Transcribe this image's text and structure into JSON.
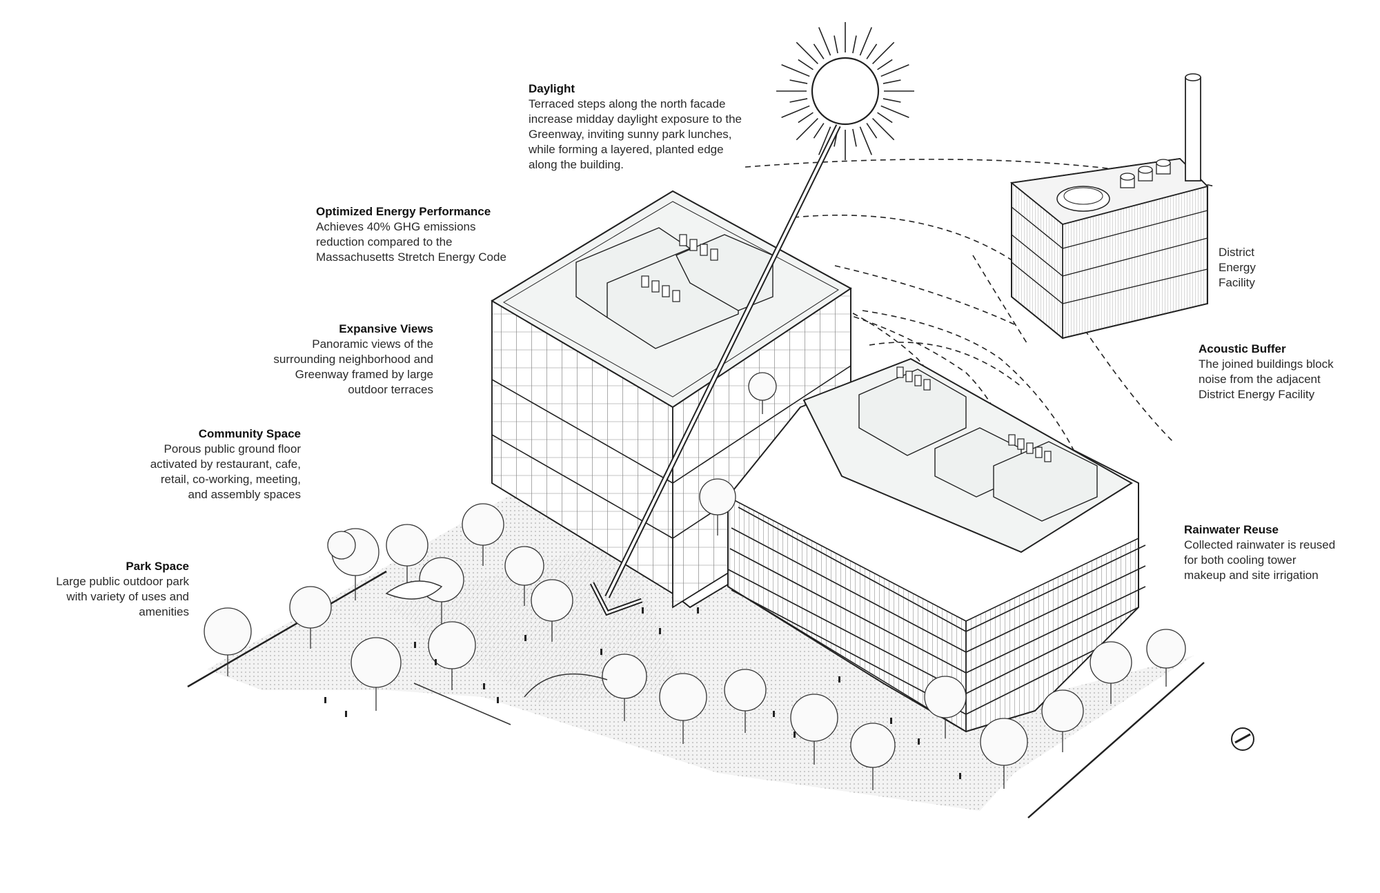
{
  "annotations": {
    "daylight": {
      "title": "Daylight",
      "body": "Terraced steps along the north facade\nincrease midday daylight exposure to the\nGreenway, inviting sunny park lunches,\nwhile forming a layered, planted edge\nalong the building."
    },
    "energy": {
      "title": "Optimized Energy Performance",
      "body": "Achieves 40% GHG emissions\nreduction compared to the\nMassachusetts Stretch Energy Code"
    },
    "views": {
      "title": "Expansive Views",
      "body": "Panoramic views of the\nsurrounding neighborhood and\nGreenway framed by large\noutdoor terraces"
    },
    "community": {
      "title": "Community Space",
      "body": "Porous public ground floor\nactivated by restaurant, cafe,\nretail, co-working, meeting,\nand assembly spaces"
    },
    "park": {
      "title": "Park Space",
      "body": "Large public outdoor park\nwith variety of uses and\namenities"
    },
    "acoustic": {
      "title": "Acoustic Buffer",
      "body": "The joined buildings block\nnoise from the adjacent\nDistrict Energy Facility"
    },
    "rainwater": {
      "title": "Rainwater Reuse",
      "body": "Collected rainwater is reused\nfor both cooling tower\nmakeup and site irrigation"
    },
    "district": {
      "body": "District\nEnergy\nFacility"
    }
  },
  "colors": {
    "line": "#222222",
    "fill_light": "#eef1f0",
    "fill_white": "#ffffff",
    "tree_fill": "#f7f7f7",
    "ground": "#e9e9e9"
  },
  "icons": [
    "sun-icon",
    "daylight-arrow-icon",
    "north-arrow-icon",
    "tree-icon",
    "person-icon"
  ]
}
